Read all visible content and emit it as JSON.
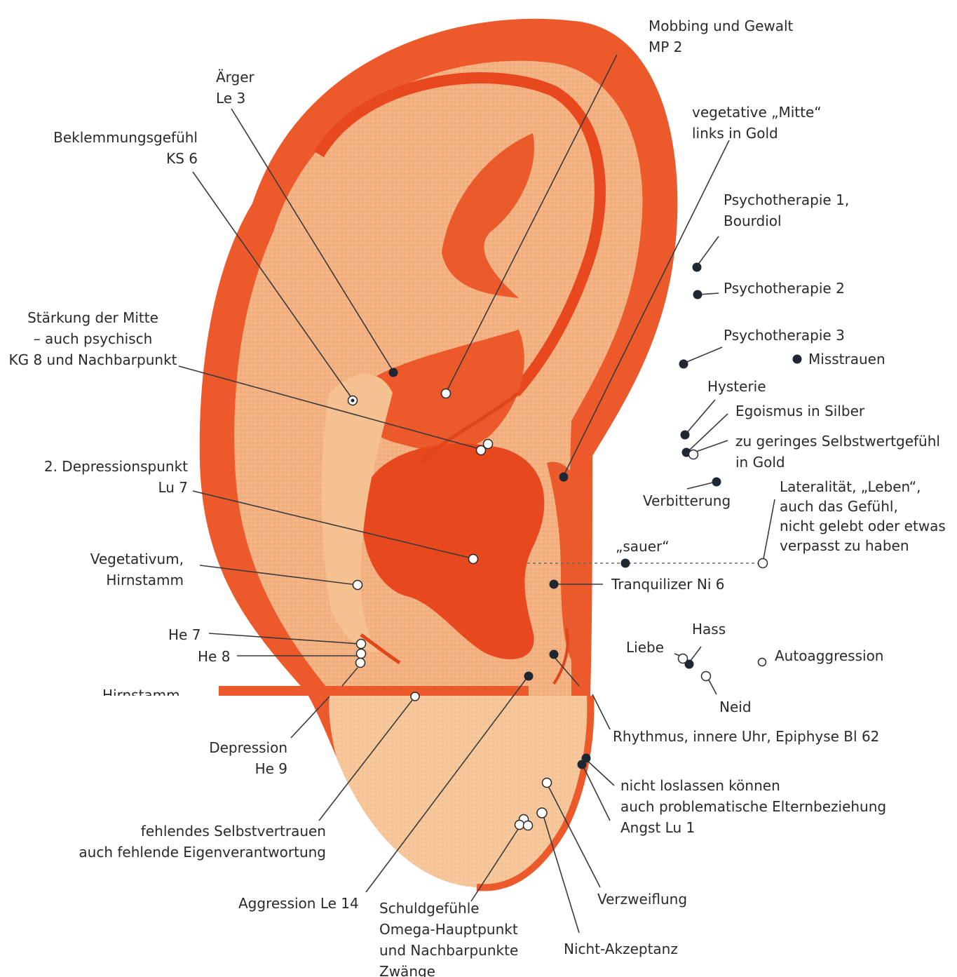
{
  "colors": {
    "ear_base": "#f3a070",
    "ear_deep": "#e8481e",
    "ear_light": "#f6c79a",
    "leader_line": "#3a3a3a",
    "point_dark": "#1f2733",
    "point_open": "#ffffff"
  },
  "labels": {
    "mobbing": [
      "Mobbing und Gewalt",
      "MP 2"
    ],
    "aerger": [
      "Ärger",
      "Le 3"
    ],
    "beklemmung": [
      "Beklemmungsgefühl",
      "KS 6"
    ],
    "vegetative_mitte": [
      "vegetative „Mitte“",
      "links in Gold"
    ],
    "psycho1": [
      "Psychotherapie 1,",
      "Bourdiol"
    ],
    "psycho2": [
      "Psychotherapie 2"
    ],
    "psycho3": [
      "Psychotherapie 3"
    ],
    "misstrauen": [
      "Misstrauen"
    ],
    "staerkung": [
      "Stärkung der Mitte",
      "– auch psychisch",
      "KG 8 und Nachbarpunkt"
    ],
    "hysterie": [
      "Hysterie"
    ],
    "egoismus": [
      "Egoismus in Silber"
    ],
    "selbstwert": [
      "zu geringes Selbstwertgefühl",
      "in Gold"
    ],
    "depression2": [
      "2. Depressionspunkt",
      "Lu 7"
    ],
    "verbitterung": [
      "Verbitterung"
    ],
    "lateralitaet": [
      "Lateralität, „Leben“,",
      "auch das Gefühl,",
      "nicht gelebt oder etwas",
      "verpasst zu haben"
    ],
    "vegetativum": [
      "Vegetativum,",
      "Hirnstamm"
    ],
    "sauer": [
      "„sauer“"
    ],
    "tranquilizer": [
      "Tranquilizer   Ni 6"
    ],
    "he7": [
      "He 7"
    ],
    "he8": [
      "He 8"
    ],
    "hass": [
      "Hass"
    ],
    "liebe": [
      "Liebe"
    ],
    "autoaggression": [
      "Autoaggression"
    ],
    "hirnstamm": [
      "Hirnstamm"
    ],
    "neid": [
      "Neid"
    ],
    "rhythmus": [
      "Rhythmus, innere Uhr, Epiphyse   Bl 62"
    ],
    "depression_he9": [
      "Depression",
      "He 9"
    ],
    "nicht_loslassen": [
      "nicht loslassen können",
      "auch problematische Elternbeziehung",
      "Angst  Lu 1"
    ],
    "selbstvertrauen": [
      "fehlendes Selbstvertrauen",
      "auch fehlende Eigenverantwortung"
    ],
    "aggression": [
      "Aggression  Le 14"
    ],
    "verzweiflung": [
      "Verzweiflung"
    ],
    "schuld": [
      "Schuldgefühle",
      "Omega-Hauptpunkt",
      "und Nachbarpunkte",
      "Zwänge"
    ],
    "nicht_akzeptanz": [
      "Nicht-Akzeptanz"
    ]
  }
}
